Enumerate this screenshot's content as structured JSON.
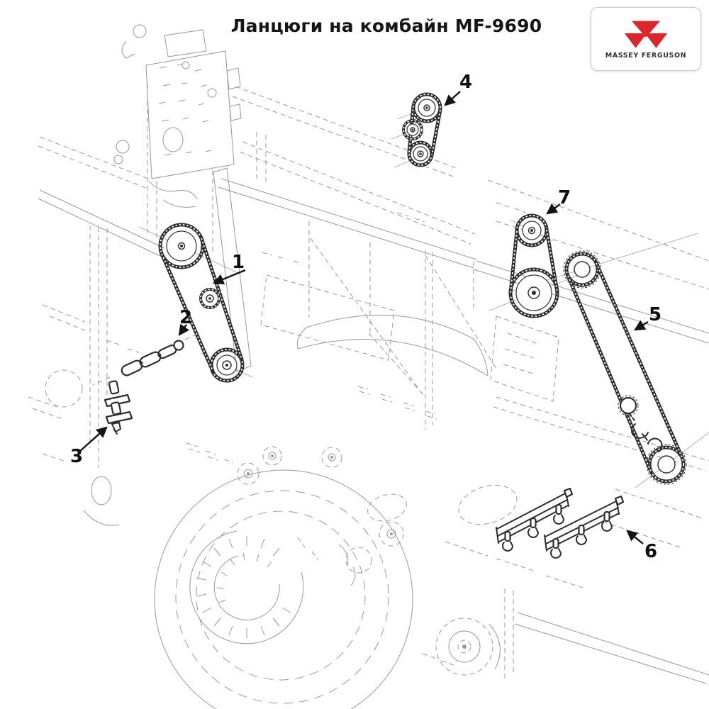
{
  "title": "Ланцюги на комбайн MF-9690",
  "logo": {
    "brand": "MASSEY FERGUSON",
    "emblem_icon": "massey-ferguson-triple-triangle-icon",
    "emblem_color": "#d8282e"
  },
  "callouts": [
    {
      "label": "1"
    },
    {
      "label": "2"
    },
    {
      "label": "3"
    },
    {
      "label": "4"
    },
    {
      "label": "5"
    },
    {
      "label": "6"
    },
    {
      "label": "7"
    }
  ],
  "colors": {
    "background": "#ffffff",
    "machine_line_gray": "#8e8e8e",
    "part_ink": "#2d2d2d",
    "text": "#161616"
  }
}
